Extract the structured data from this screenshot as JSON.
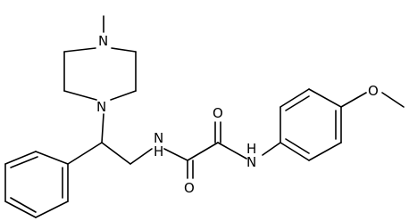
{
  "colors": {
    "background": "#ffffff",
    "bond": "#000000",
    "label": "#000000"
  },
  "atoms": {
    "n_methyl": "N",
    "n_ring_low": "N",
    "n_amide_1": "N",
    "h_amide_1": "H",
    "n_amide_2": "N",
    "h_amide_2": "H",
    "o_carbonyl_top": "O",
    "o_carbonyl_bottom": "O",
    "o_methoxy": "O"
  }
}
